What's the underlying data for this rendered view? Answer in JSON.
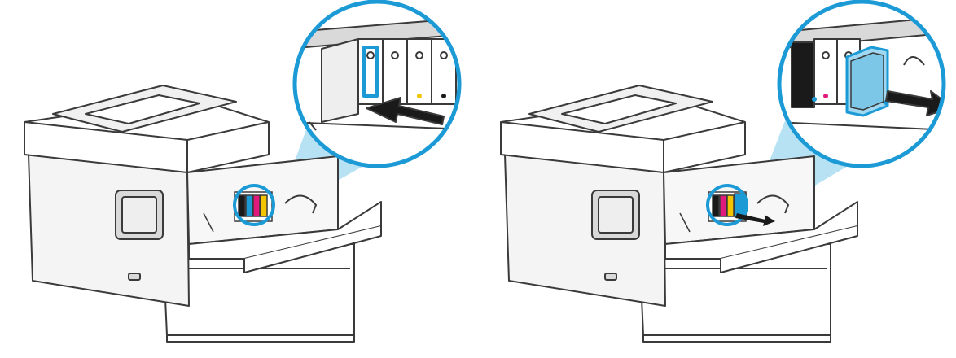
{
  "figure": {
    "panels": [
      {
        "id": "insert-cartridge",
        "arrow_direction": "in",
        "cartridge_colors": [
          "#1a1a1a",
          "#1c9ad6",
          "#e0197d",
          "#f2c500"
        ]
      },
      {
        "id": "remove-cartridge",
        "arrow_direction": "out",
        "cartridge_colors": [
          "#1a1a1a",
          "#1c9ad6",
          "#e0197d",
          "#f2c500"
        ]
      }
    ],
    "colors": {
      "outline": "#3a3a3a",
      "highlight": "#1c9ad6",
      "callout_fill": "#9fd8f0",
      "body_fill": "#ffffff",
      "shade": "#d9d9d9"
    }
  }
}
